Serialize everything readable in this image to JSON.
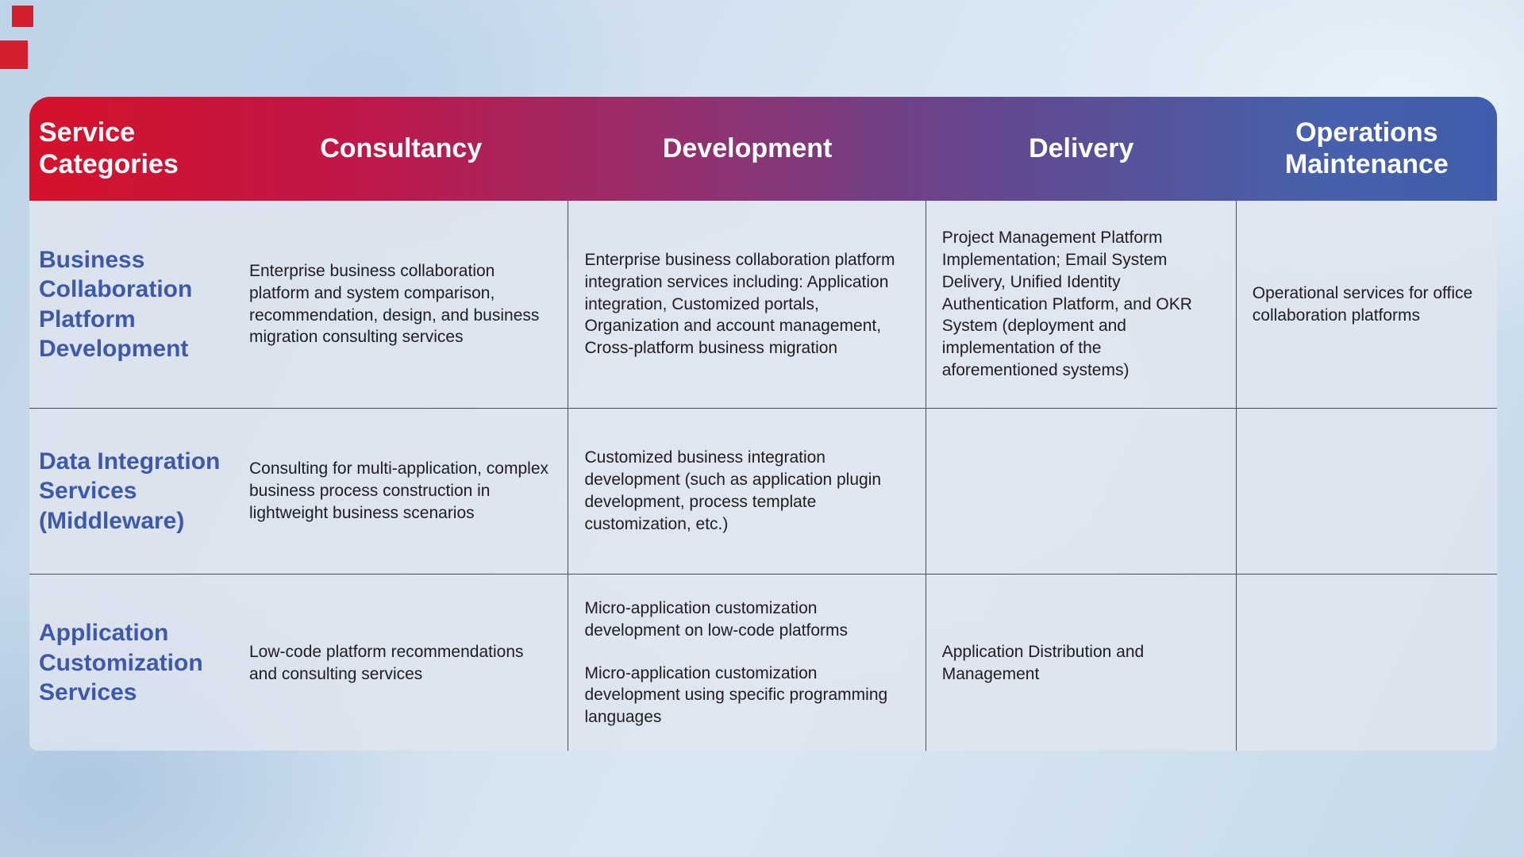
{
  "palette": {
    "accent_red": "#d5122b",
    "accent_blue": "#3f5dab",
    "category_text": "#3e59a7",
    "body_text": "#1d1d22",
    "table_body_fill": "rgba(224,230,240,0.78)"
  },
  "table": {
    "header": {
      "col0": "Service Categories",
      "columns": [
        "Consultancy",
        "Development",
        "Delivery",
        "Operations Maintenance"
      ]
    },
    "rows": [
      {
        "category": "Business Collaboration Platform Development",
        "consultancy": "Enterprise business collaboration platform and system comparison, recommendation, design, and business migration consulting services",
        "development": "Enterprise business collaboration platform integration services including: Application integration, Customized portals, Organization and account management, Cross-platform business migration",
        "delivery": "Project Management Platform Implementation; Email System Delivery, Unified Identity Authentication Platform, and OKR System (deployment and implementation of the aforementioned systems)",
        "operations": "Operational services for office collaboration platforms"
      },
      {
        "category": "Data Integration Services (Middleware)",
        "consultancy": "Consulting for multi-application, complex business process construction in lightweight business scenarios",
        "development": "Customized business integration development (such as application plugin development, process template customization, etc.)",
        "delivery": "",
        "operations": ""
      },
      {
        "category": "Application Customization Services",
        "consultancy": "Low-code platform recommendations and consulting services",
        "development_p1": "Micro-application customization development on low-code platforms",
        "development_p2": "Micro-application customization development using specific programming languages",
        "delivery": "Application Distribution and Management",
        "operations": ""
      }
    ]
  },
  "chart_data": {
    "type": "table",
    "title": "Service Categories",
    "columns": [
      "Service Categories",
      "Consultancy",
      "Development",
      "Delivery",
      "Operations Maintenance"
    ],
    "rows": [
      [
        "Business Collaboration Platform Development",
        "Enterprise business collaboration platform and system comparison, recommendation, design, and business migration consulting services",
        "Enterprise business collaboration platform integration services including: Application integration, Customized portals, Organization and account management, Cross-platform business migration",
        "Project Management Platform Implementation; Email System Delivery, Unified Identity Authentication Platform, and OKR System (deployment and implementation of the aforementioned systems)",
        "Operational services for office collaboration platforms"
      ],
      [
        "Data Integration Services (Middleware)",
        "Consulting for multi-application, complex business process construction in lightweight business scenarios",
        "Customized business integration development (such as application plugin development, process template customization, etc.)",
        "",
        ""
      ],
      [
        "Application Customization Services",
        "Low-code platform recommendations and consulting services",
        "Micro-application customization development on low-code platforms\n\nMicro-application customization development using specific programming languages",
        "Application Distribution and Management",
        ""
      ]
    ],
    "layout": {
      "header_gradient": [
        "#d5122b",
        "#3f5dab"
      ],
      "grid": "on",
      "legend_position": "none"
    }
  }
}
